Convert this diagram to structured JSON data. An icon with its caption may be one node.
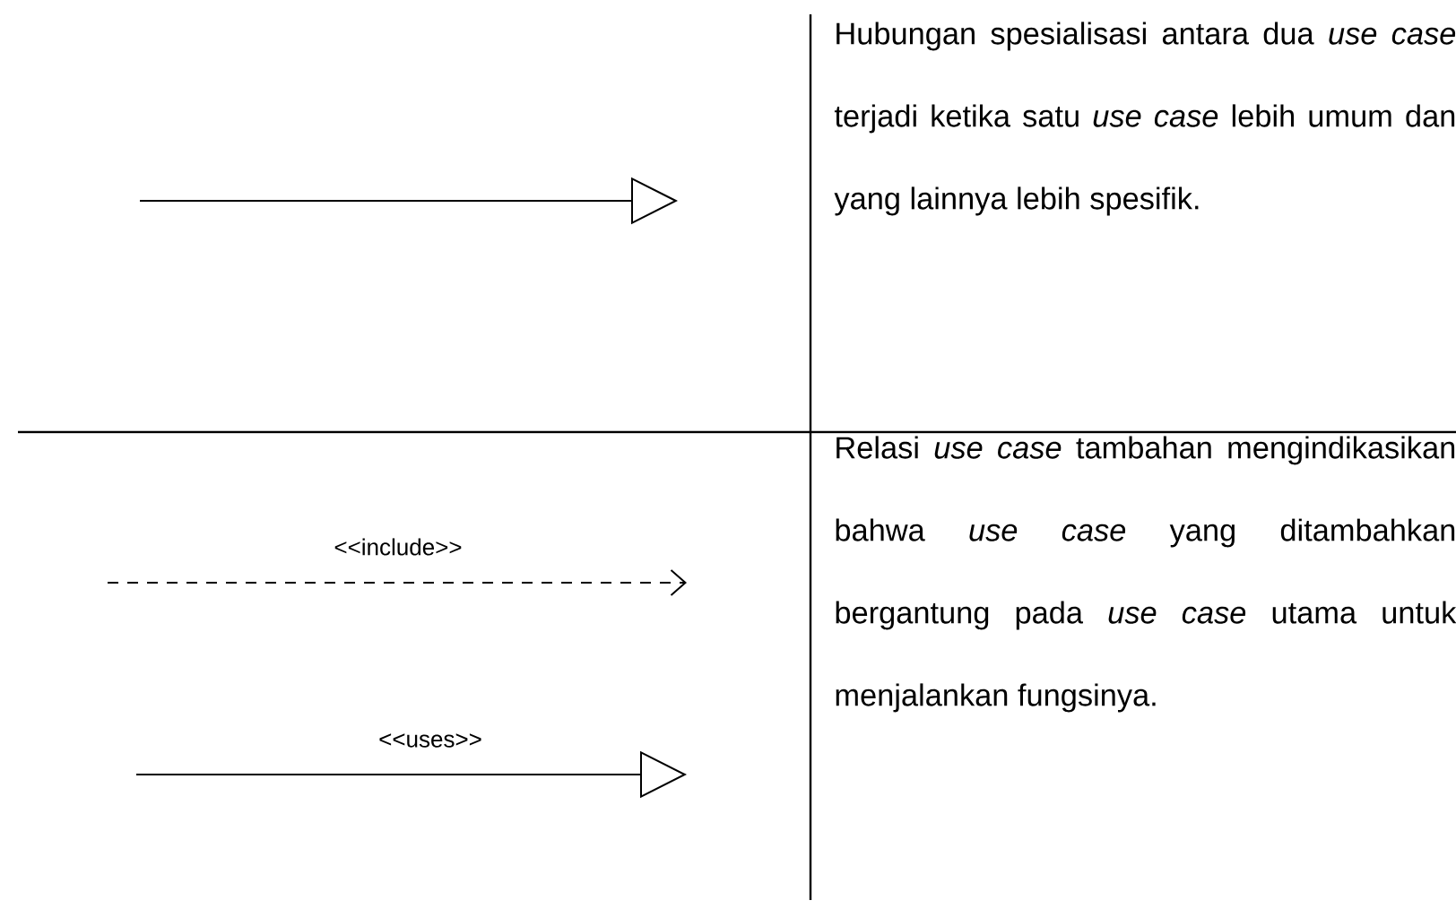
{
  "diagram": {
    "labels": [
      "Hubungan spesialisasi antara dua *use case* terjadi ketika satu *use case* lebih umum dan yang lainnya lebih spesifik.",
      "<<include>>",
      "Relasi *use case* tambahan mengindikasikan bahwa *use case* yang ditambahkan bergantung pada *use case* utama untuk menjalankan fungsinya.",
      "<<uses>>"
    ]
  }
}
